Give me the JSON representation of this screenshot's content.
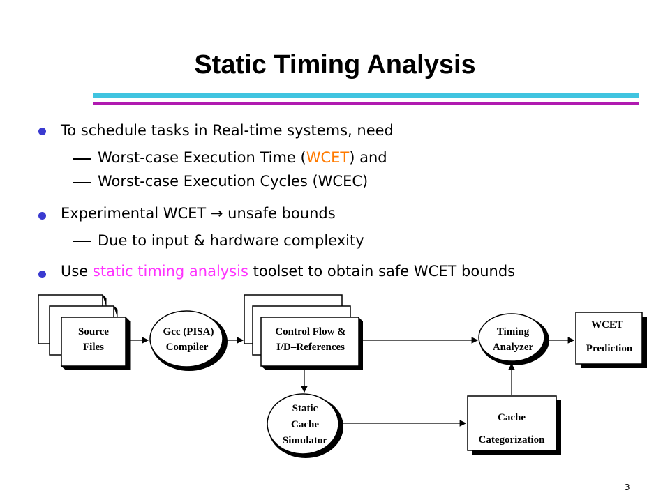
{
  "slide": {
    "title": "Static Timing Analysis",
    "page_number": "3"
  },
  "bullets": [
    {
      "text": "To schedule tasks in Real-time systems, need",
      "subitems": [
        {
          "pre": "Worst-case Execution Time (",
          "hl": "WCET",
          "post": ") and"
        },
        {
          "pre": "Worst-case Execution Cycles (WCEC)",
          "hl": "",
          "post": ""
        }
      ]
    },
    {
      "text": "Experimental WCET → unsafe bounds",
      "subitems": [
        {
          "pre": "Due to input & hardware complexity",
          "hl": "",
          "post": ""
        }
      ]
    },
    {
      "pre": "Use ",
      "hl": "static timing analysis",
      "post": " toolset to obtain safe WCET bounds"
    }
  ],
  "diagram": {
    "source_files": [
      "Source",
      "Files"
    ],
    "compiler": [
      "Gcc (PISA)",
      "Compiler"
    ],
    "control_flow": [
      "Control Flow &",
      "I/D–References"
    ],
    "timing_analyzer": [
      "Timing",
      "Analyzer"
    ],
    "wcet_prediction": [
      "WCET",
      "Prediction"
    ],
    "cache_simulator": [
      "Static",
      "Cache",
      "Simulator"
    ],
    "cache_categorization": [
      "Cache",
      "Categorization"
    ]
  },
  "colors": {
    "bullet": "#3a3ad0",
    "highlight_orange": "#ff7a00",
    "highlight_magenta": "#ff33ff",
    "rule_cyan": "#40c4e0",
    "rule_magenta": "#b01ab0"
  }
}
